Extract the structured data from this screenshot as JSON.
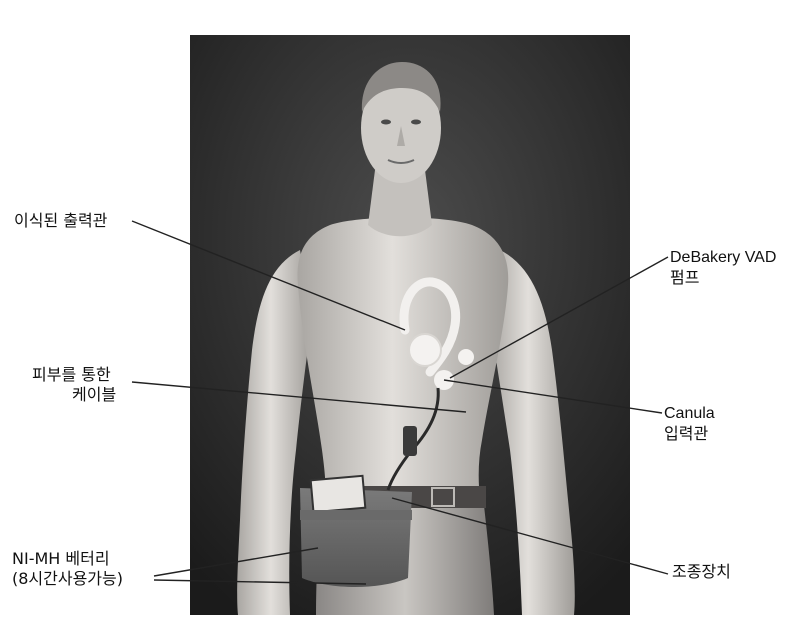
{
  "labels": {
    "outflow": "이식된 출력관",
    "pump_line1": "DeBakery VAD",
    "pump_line2": "펌프",
    "cable_line1": "피부를 통한",
    "cable_line2": "케이블",
    "cannula_line1": "Canula",
    "cannula_line2": "입력관",
    "battery_line1": "NI-MH 베터리",
    "battery_line2": "(8시간사용가능)",
    "controller": "조종장치"
  },
  "colors": {
    "photo_background": "#3a3a3a",
    "skin": "#d6d3cf",
    "leader_line": "#222222"
  }
}
